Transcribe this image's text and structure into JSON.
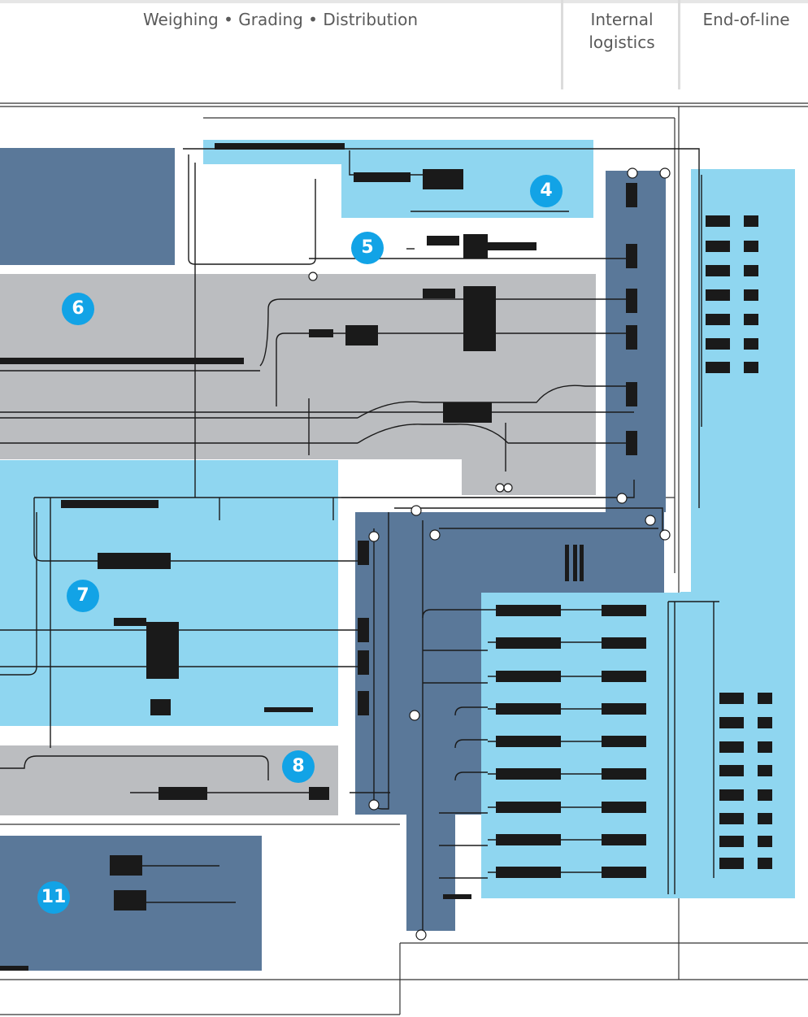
{
  "header": {
    "col1": "Weighing • Grading • Distribution",
    "col2": "Internal logistics",
    "col3": "End-of-line"
  },
  "zones": [
    {
      "id": "4",
      "label": "4"
    },
    {
      "id": "5",
      "label": "5"
    },
    {
      "id": "6",
      "label": "6"
    },
    {
      "id": "7",
      "label": "7"
    },
    {
      "id": "8",
      "label": "8"
    },
    {
      "id": "11",
      "label": "11"
    }
  ],
  "colors": {
    "light_blue": "#8fd6f0",
    "steel_blue": "#5a7899",
    "grey": "#bbbdc0",
    "badge": "#12a3e6",
    "line": "#1a1a1a"
  }
}
